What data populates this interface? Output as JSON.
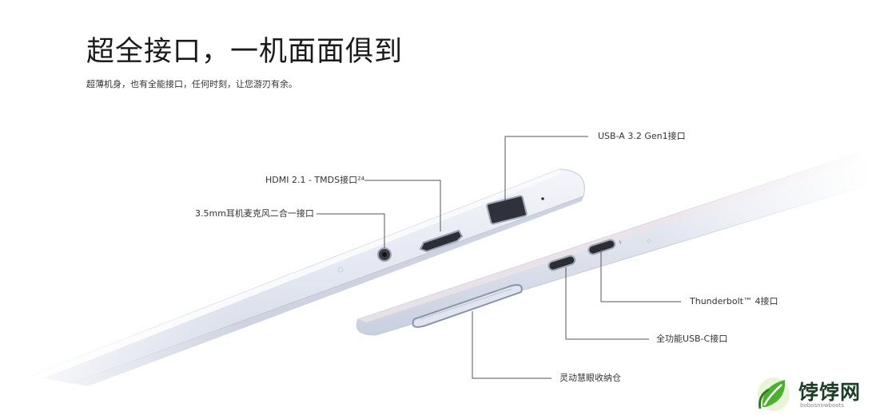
{
  "header": {
    "title": "超全接口，一机面面俱到",
    "subtitle": "超薄机身，也有全能接口，任何时刻，让您游刃有余。"
  },
  "ports": {
    "usb_a": "USB-A 3.2 Gen1接口",
    "hdmi": "HDMI 2.1 - TMDS接口²⁴",
    "audio": "3.5mm耳机麦克风二合一接口",
    "thunderbolt": "Thunderbolt™ 4接口",
    "usb_c": "全功能USB-C接口",
    "camera_tray": "灵动慧眼收纳仓"
  },
  "watermark": {
    "name": "饽饽网",
    "domain": "bobosnowboots"
  },
  "colors": {
    "leader_line": "#555555",
    "body_silver": "#e6e9f2",
    "logo_green": "#3a9a3a"
  }
}
